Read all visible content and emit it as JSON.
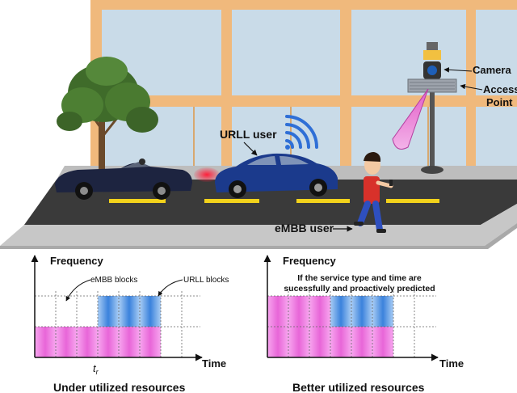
{
  "scene": {
    "urll_user_label": "URLL user",
    "embb_user_label": "eMBB user",
    "camera_label": "Camera",
    "access_point_label_line1": "Access",
    "access_point_label_line2": "Point"
  },
  "left_panel": {
    "y_axis_label": "Frequency",
    "x_axis_label": "Time",
    "embb_callout": "eMBB blocks",
    "urll_callout": "URLL blocks",
    "tick_label": "t",
    "tick_subscript": "r",
    "caption": "Under utilized resources"
  },
  "right_panel": {
    "y_axis_label": "Frequency",
    "x_axis_label": "Time",
    "annotation_line1": "If the service type and time are",
    "annotation_line2": "sucessfully and proactively predicted",
    "caption": "Better utilized resources"
  },
  "colors": {
    "embb_block": "#f27fe6",
    "urll_block": "#4a8fe0",
    "building": "#f0b97c",
    "window": "#c9dbe8",
    "road": "#3a3a3a",
    "sidewalk": "#c4c4c4",
    "lane_marking": "#f2d21b",
    "signal": "#2f6fd6"
  }
}
